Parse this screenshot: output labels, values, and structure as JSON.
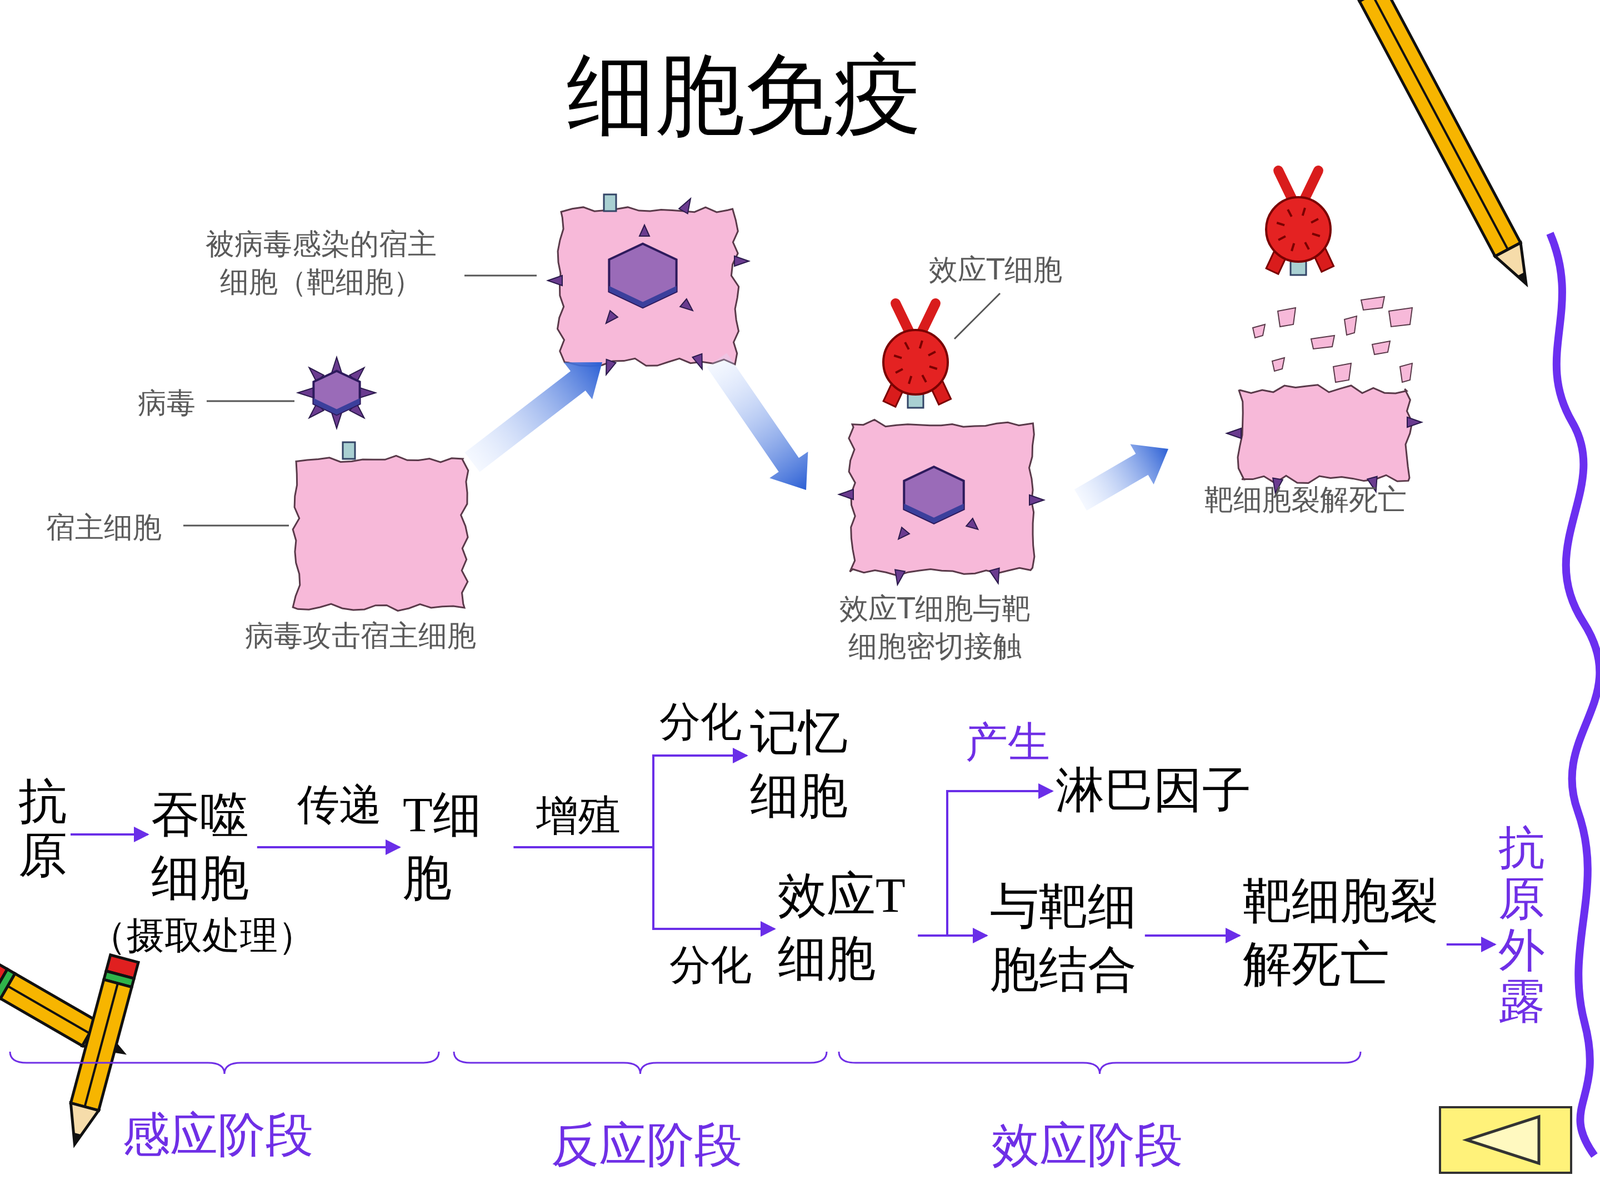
{
  "diagram": {
    "title": "细胞免疫",
    "nodes": [
      {
        "text": [
          "抗原"
        ]
      },
      {
        "text": [
          "吞噬细胞",
          "（摄取处理）"
        ]
      },
      {
        "text": [
          "T细胞"
        ]
      },
      {
        "text": [
          "记忆细胞"
        ]
      },
      {
        "text": [
          "效应T细胞"
        ]
      },
      {
        "text": [
          "淋巴因子"
        ]
      },
      {
        "text": [
          "与靶细胞结合"
        ]
      },
      {
        "text": [
          "靶细胞裂解死亡"
        ]
      },
      {
        "text": [
          "抗原外露"
        ]
      }
    ],
    "edges": [
      {
        "from": 0,
        "to": 1,
        "arrow": "to"
      },
      {
        "from": 1,
        "to": 2,
        "label": "传递",
        "arrow": "to"
      },
      {
        "from": 2,
        "to": 3,
        "label": "分化",
        "arrow": "to"
      },
      {
        "from": 2,
        "to": 4,
        "label": "分化",
        "arrow": "to"
      },
      {
        "from": 4,
        "to": 5,
        "label": "产生",
        "arrow": "to"
      },
      {
        "from": 4,
        "to": 6,
        "arrow": "to"
      },
      {
        "from": 6,
        "to": 7,
        "arrow": "to"
      },
      {
        "from": 7,
        "to": 8,
        "arrow": "to"
      }
    ],
    "labels": [
      "被病毒感染的宿主细胞（靶细胞）",
      "病毒",
      "宿主细胞",
      "病毒攻击宿主细胞",
      "效应T细胞",
      "效应T细胞与靶细胞密切接触",
      "靶细胞裂解死亡",
      "增殖",
      "感应阶段",
      "反应阶段",
      "效应阶段"
    ]
  }
}
